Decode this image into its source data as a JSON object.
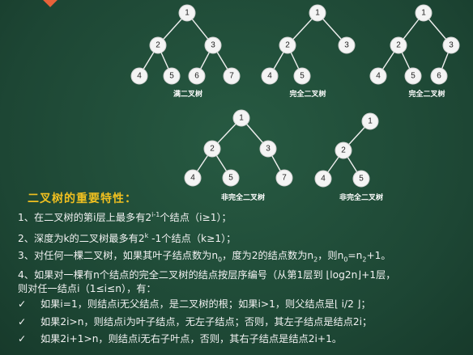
{
  "trees": [
    {
      "caption": "满二叉树",
      "nodes": [
        "1",
        "2",
        "3",
        "4",
        "5",
        "6",
        "7"
      ]
    },
    {
      "caption": "完全二叉树",
      "nodes": [
        "1",
        "2",
        "3",
        "4",
        "5"
      ]
    },
    {
      "caption": "完全二叉树",
      "nodes": [
        "1",
        "2",
        "3",
        "4",
        "5",
        "6"
      ]
    },
    {
      "caption": "非完全二叉树",
      "nodes": [
        "1",
        "2",
        "3",
        "4",
        "5",
        "7"
      ]
    },
    {
      "caption": "非完全二叉树",
      "nodes": [
        "1",
        "2",
        "4",
        "5"
      ]
    }
  ],
  "properties": {
    "heading": "二叉树的重要特性：",
    "p1": {
      "a": "1、在二叉树的第i层上最多有2",
      "sup": "i-1",
      "b": "个结点（i≥1）；"
    },
    "p2": {
      "a": "2、深度为k的二叉树最多有2",
      "sup": "k",
      "b": " -1个结点（k≥1）；"
    },
    "p3": {
      "a": "3、对任何一棵二叉树，如果其叶子结点数为n",
      "sub1": "0",
      "b": "，度为2的结点数为n",
      "sub2": "2",
      "c": "，则n",
      "sub3": "0",
      "d": "=n",
      "sub4": "2",
      "e": "+1。"
    },
    "p4a": "4、如果对一棵有n个结点的完全二叉树的结点按层序编号（从第1层到 ⌊log2n⌋+1层，",
    "p4b": "则对任一结点i（1≤i≤n），有：",
    "checks": [
      {
        "mark": "✓",
        "text": "如果i=1，则结点i无父结点，是二叉树的根；如果i>1，则父结点是⌊ i/2 ⌋；"
      },
      {
        "mark": "✓",
        "text": "如果2i>n，则结点i为叶子结点，无左子结点；否则，其左子结点是结点2i；"
      },
      {
        "mark": "✓",
        "text": "如果2i+1>n，则结点i无右子叶点，否则，其右子结点是结点2i+1。"
      }
    ]
  }
}
